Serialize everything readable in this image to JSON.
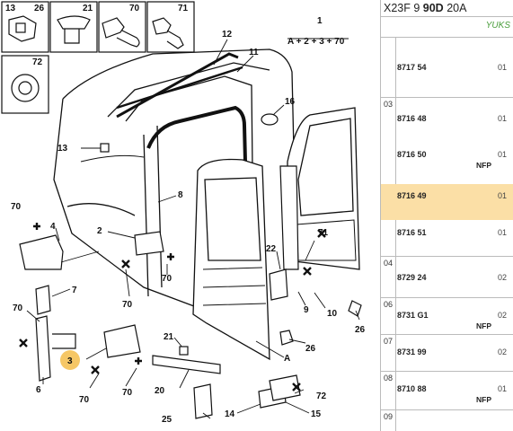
{
  "diagram": {
    "callouts": {
      "c1": "1",
      "formula": "A + 2 + 3 + 70",
      "c2": "2",
      "c3": "3",
      "c4": "4",
      "c6": "6",
      "c7": "7",
      "c8": "8",
      "c9": "9",
      "c10": "10",
      "c11": "11",
      "c12": "12",
      "c13": "13",
      "c14": "14",
      "c15": "15",
      "c16": "16",
      "c20": "20",
      "c21": "21",
      "c22": "22",
      "c25": "25",
      "c26a": "26",
      "c26b": "26",
      "c70a": "70",
      "c70b": "70",
      "c70c": "70",
      "c70d": "70",
      "c70e": "70",
      "c70f": "70",
      "c71": "71",
      "c72": "72",
      "cA": "A"
    },
    "tiles": {
      "t13": "13",
      "t26": "26",
      "t21": "21",
      "t70": "70",
      "t71": "71",
      "t72": "72"
    },
    "highlight_color": "#f6c766"
  },
  "panel": {
    "header_prefix": "X23F 9 ",
    "header_bold": "90D",
    "header_suffix": " 20A",
    "subheader": "YUKS",
    "accent_color": "#4a9e3c",
    "highlight_color": "#fbdfa6",
    "groups": [
      {
        "number": "",
        "rows": [
          {
            "ref": "8717 54",
            "qty": "01",
            "nfp": ""
          }
        ]
      },
      {
        "number": "03",
        "rows": [
          {
            "ref": "8716 48",
            "qty": "01",
            "nfp": ""
          },
          {
            "ref": "8716 50",
            "qty": "01",
            "nfp": "NFP"
          },
          {
            "ref": "8716 49",
            "qty": "01",
            "nfp": ""
          },
          {
            "ref": "8716 51",
            "qty": "01",
            "nfp": ""
          }
        ]
      },
      {
        "number": "04",
        "rows": [
          {
            "ref": "8729 24",
            "qty": "02",
            "nfp": ""
          }
        ]
      },
      {
        "number": "06",
        "rows": [
          {
            "ref": "8731 G1",
            "qty": "02",
            "nfp": "NFP"
          }
        ]
      },
      {
        "number": "07",
        "rows": [
          {
            "ref": "8731 99",
            "qty": "02",
            "nfp": ""
          }
        ]
      },
      {
        "number": "08",
        "rows": [
          {
            "ref": "8710 88",
            "qty": "01",
            "nfp": "NFP"
          }
        ]
      },
      {
        "number": "09",
        "rows": []
      }
    ]
  }
}
